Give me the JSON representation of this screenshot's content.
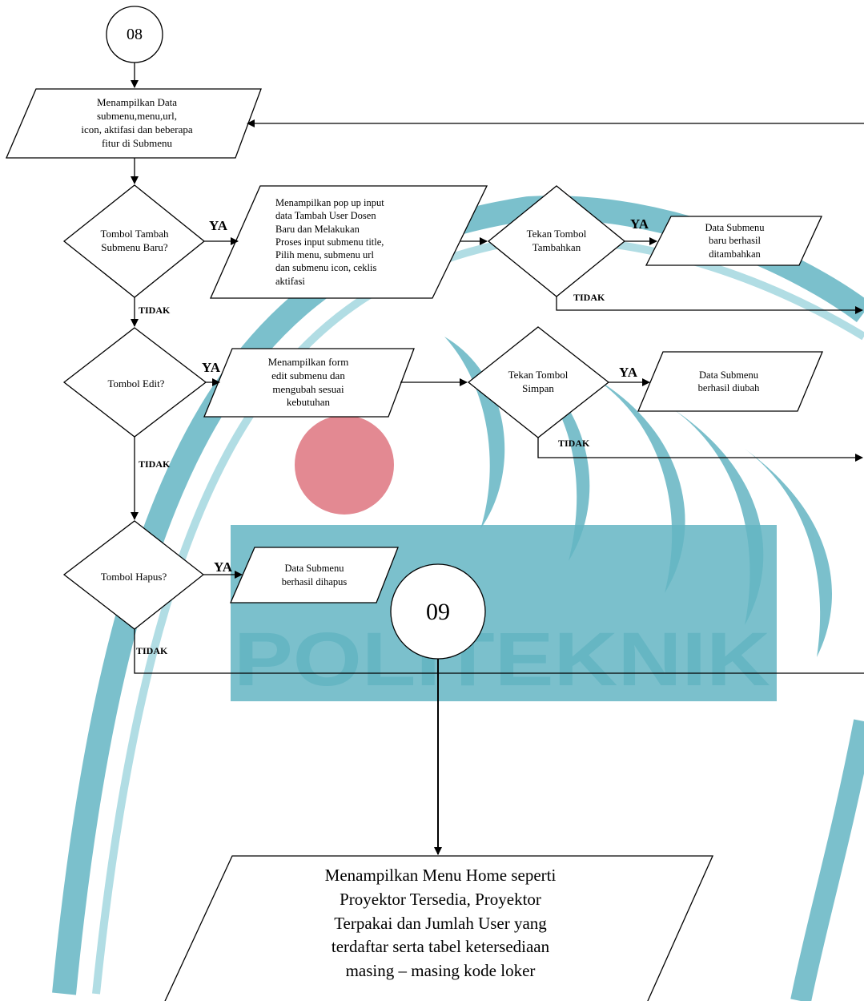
{
  "watermark": {
    "text": "POLITEKNIK",
    "colors": {
      "teal": "#64b5c3",
      "teal_light": "#a9d9e1",
      "red": "#e07c86"
    }
  },
  "connectors": {
    "top": "08",
    "bottom": "09"
  },
  "process": {
    "show_submenu": "Menampilkan Data\nsubmenu,menu,url,\nicon, aktifasi dan beberapa\nfitur di Submenu",
    "popup_input": "Menampilkan pop up input\ndata Tambah User Dosen\nBaru dan Melakukan\nProses input submenu title,\nPilih menu, submenu url\ndan submenu icon, ceklis\naktifasi",
    "added": "Data Submenu\nbaru berhasil\nditambahkan",
    "edit_form": "Menampilkan form\nedit submenu dan\nmengubah sesuai\nkebutuhan",
    "changed": "Data Submenu\nberhasil diubah",
    "deleted": "Data Submenu\nberhasil dihapus",
    "home_menu": "Menampilkan Menu Home seperti\nProyektor Tersedia, Proyektor\nTerpakai dan Jumlah User yang\nterdaftar serta tabel ketersediaan\nmasing – masing kode loker"
  },
  "decisions": {
    "add_new": "Tombol Tambah\nSubmenu Baru?",
    "press_add": "Tekan Tombol\nTambahkan",
    "edit": "Tombol Edit?",
    "press_save": "Tekan Tombol\nSimpan",
    "delete": "Tombol Hapus?"
  },
  "edge_labels": {
    "ya_add": "YA",
    "ya_press_add": "YA",
    "ya_edit": "YA",
    "ya_save": "YA",
    "ya_delete": "YA",
    "tidak_add": "TIDAK",
    "tidak_press_add": "TIDAK",
    "tidak_edit": "TIDAK",
    "tidak_save": "TIDAK",
    "tidak_delete": "TIDAK"
  }
}
